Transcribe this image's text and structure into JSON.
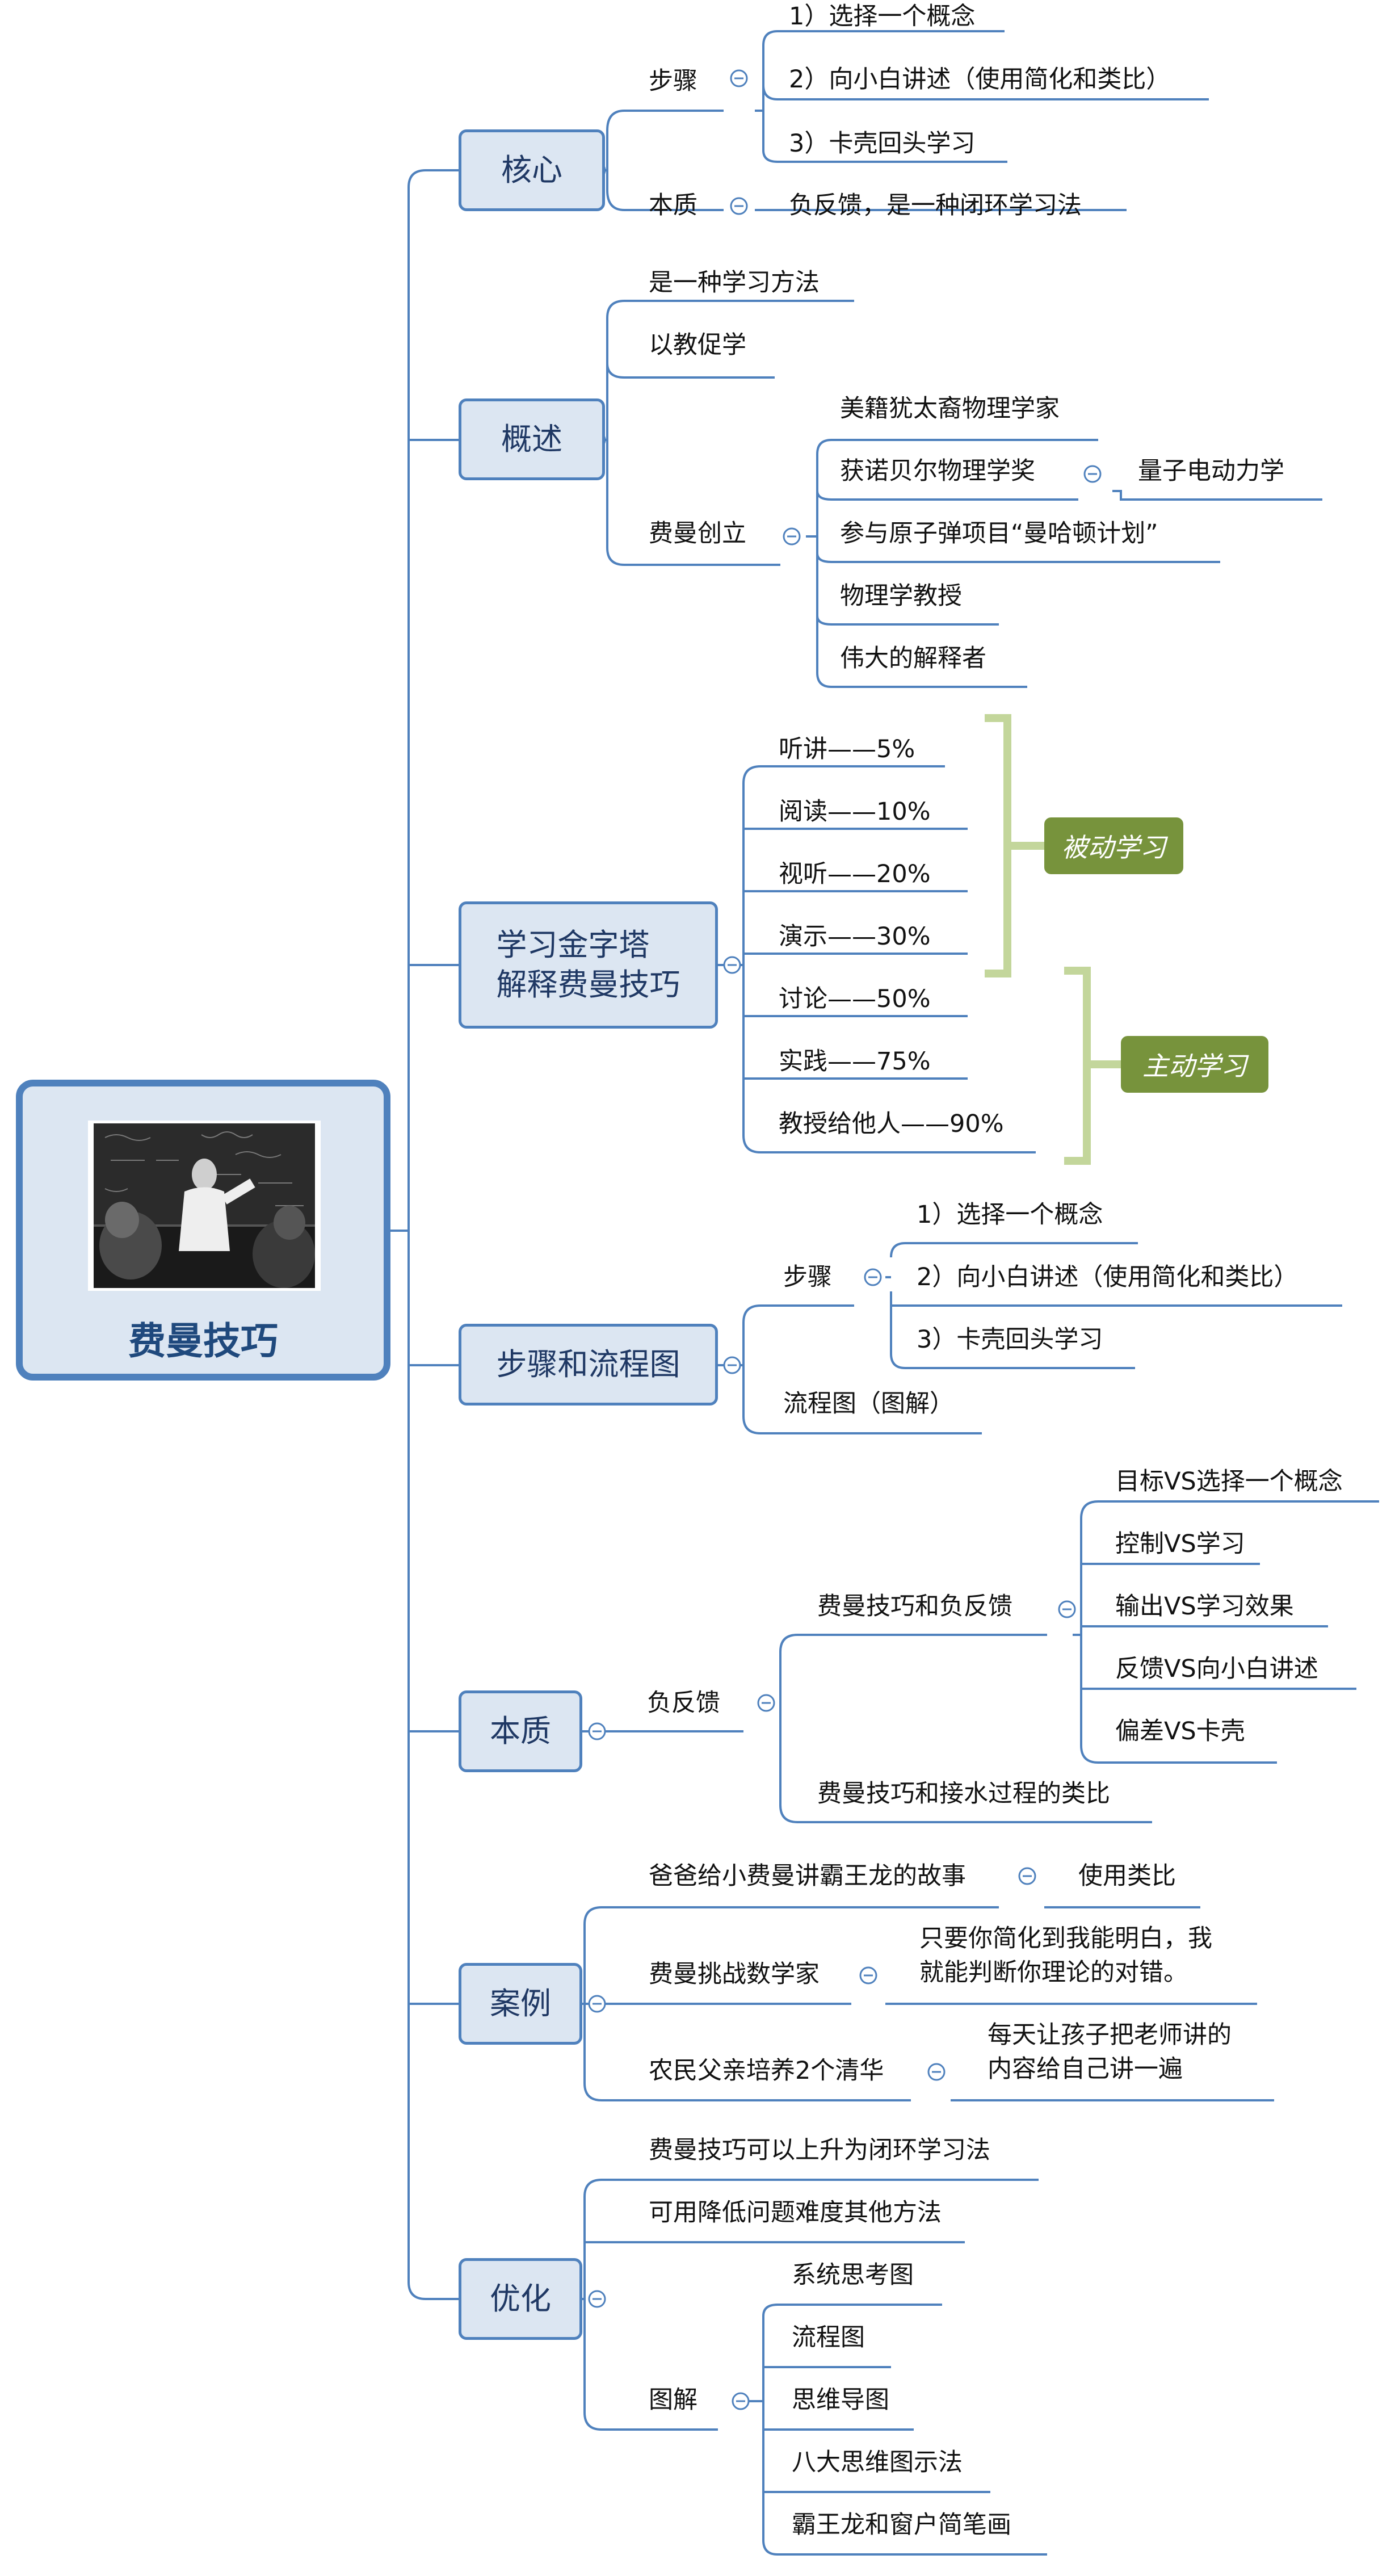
{
  "root": {
    "title": "费曼技巧",
    "image": "photo of a lecturer in front of a chalkboard"
  },
  "colors": {
    "line": "#4f81bd",
    "node_fill": "#dce6f2",
    "tag_fill": "#77933c",
    "bracket": "#c3d69b"
  },
  "branches": {
    "core": {
      "label": "核心",
      "steps": "步骤",
      "step1": "1）选择一个概念",
      "step2": "2）向小白讲述（使用简化和类比）",
      "step3": "3）卡壳回头学习",
      "essence": "本质",
      "essence_desc": "负反馈，是一种闭环学习法"
    },
    "overview": {
      "label": "概述",
      "item1": "是一种学习方法",
      "item2": "以教促学",
      "founder": "费曼创立",
      "f1": "美籍犹太裔物理学家",
      "f2": "获诺贝尔物理学奖",
      "f2_child": "量子电动力学",
      "f3": "参与原子弹项目“曼哈顿计划”",
      "f4": "物理学教授",
      "f5": "伟大的解释者"
    },
    "pyramid": {
      "label": "学习金字塔\n解释费曼技巧",
      "items": [
        "听讲——5%",
        "阅读——10%",
        "视听——20%",
        "演示——30%",
        "讨论——50%",
        "实践——75%",
        "教授给他人——90%"
      ],
      "passive": "被动学习",
      "active": "主动学习"
    },
    "process": {
      "label": "步骤和流程图",
      "steps": "步骤",
      "step1": "1）选择一个概念",
      "step2": "2）向小白讲述（使用简化和类比）",
      "step3": "3）卡壳回头学习",
      "flowchart": "流程图（图解）"
    },
    "essence": {
      "label": "本质",
      "feedback": "负反馈",
      "group1": "费曼技巧和负反馈",
      "g1_items": [
        "目标VS选择一个概念",
        "控制VS学习",
        "输出VS学习效果",
        "反馈VS向小白讲述",
        "偏差VS卡壳"
      ],
      "group2": "费曼技巧和接水过程的类比"
    },
    "cases": {
      "label": "案例",
      "c1": "爸爸给小费曼讲霸王龙的故事",
      "c1_child": "使用类比",
      "c2": "费曼挑战数学家",
      "c2_child": "只要你简化到我能明白，我\n就能判断你理论的对错。",
      "c3": "农民父亲培养2个清华",
      "c3_child": "每天让孩子把老师讲的\n内容给自己讲一遍"
    },
    "optimize": {
      "label": "优化",
      "o1": "费曼技巧可以上升为闭环学习法",
      "o2": "可用降低问题难度其他方法",
      "diagram": "图解",
      "d_items": [
        "系统思考图",
        "流程图",
        "思维导图",
        "八大思维图示法",
        "霸王龙和窗户简笔画"
      ]
    }
  }
}
